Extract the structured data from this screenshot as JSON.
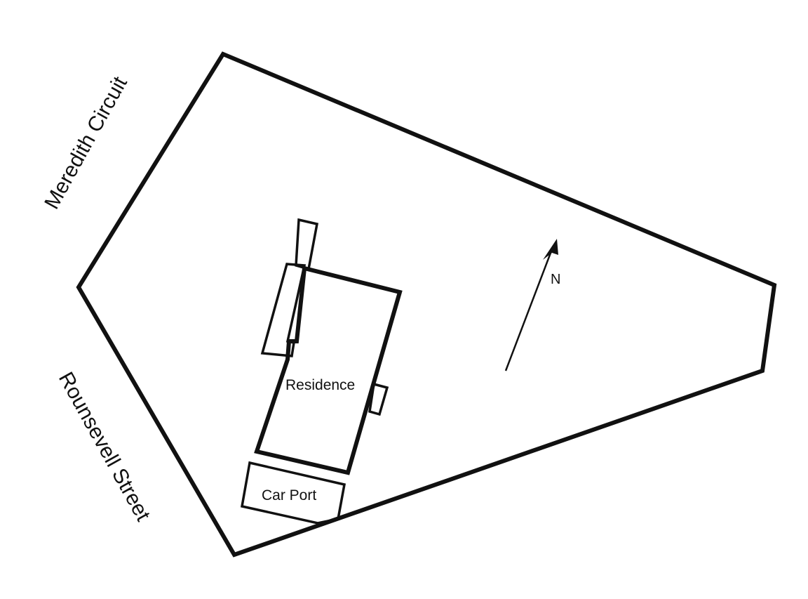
{
  "streets": {
    "meredith": "Meredith Circuit",
    "rounsevell": "Rounsevell Street"
  },
  "buildings": {
    "residence": "Residence",
    "car_port": "Car Port"
  },
  "north_arrow": {
    "label": "N"
  },
  "colors": {
    "ink": "#111111",
    "background": "#ffffff"
  }
}
